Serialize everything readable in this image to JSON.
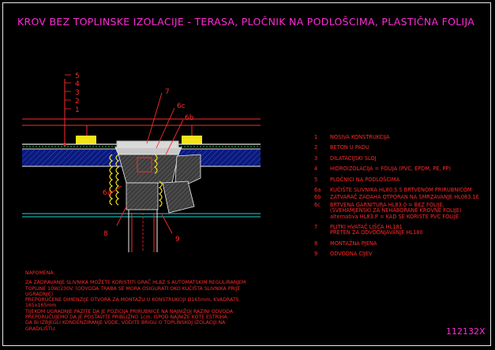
{
  "title": "KROV BEZ TOPLINSKE IZOLACIJE - TERASA, PLOČNIK NA PODLOŠCIMA, PLASTIČNA FOLIJA",
  "drawing_code": "112132X",
  "callouts": {
    "c1": "1",
    "c2": "2",
    "c3": "3",
    "c4": "4",
    "c5": "5",
    "c6a": "6a",
    "c6b": "6b",
    "c6c": "6c",
    "c7": "7",
    "c8": "8",
    "c9": "9"
  },
  "legend": [
    {
      "num": "1",
      "lines": [
        "NOSIVA KONSTRUKCIJA"
      ]
    },
    {
      "num": "2",
      "lines": [
        "BETON U PADU"
      ]
    },
    {
      "num": "3",
      "lines": [
        "DILATACIJSKI SLOJ"
      ]
    },
    {
      "num": "4",
      "lines": [
        "HIDROIZOLACIJA = FOLIJA (PVC, EPDM, PE, PP)"
      ]
    },
    {
      "num": "5",
      "lines": [
        "PLOČNICI NA PODLOŠCIMA"
      ]
    },
    {
      "num": "6a",
      "lines": [
        "KUĆIŠTE SLIVNIKA HL80.S S BRTVENOM PRIRUBNICOM"
      ]
    },
    {
      "num": "6b",
      "lines": [
        "ZATVARAČ ZADAHA OTPORAN NA SMRZAVANJE HL083.1E"
      ]
    },
    {
      "num": "6c",
      "lines": [
        "BRTVENA GARNITURA HL83.0 = BEZ FOLIJE,",
        "(SVEHAMJENSKI ZA NEHABORANE KROVNE FOLIJE)",
        "alternativa HL83.P = KAD SE KORISTE PVC FOLIJE"
      ]
    },
    {
      "num": "7",
      "lines": [
        "PLITKI HVATAČ LIŠĆA HL181",
        "PRETEN ZA ODVODNJAVANJE HL180"
      ]
    },
    {
      "num": "8",
      "lines": [
        "MONTAŽNA PJENA"
      ]
    },
    {
      "num": "9",
      "lines": [
        "ODVODNA CIJEV"
      ]
    }
  ],
  "notes": {
    "title": "NAPOMENA:",
    "lines": [
      "ZA ZADRAVANJE SLIVNIKA MOŽETE KORISTITI GRAČ HL8Z S AUTOMATSKIM REGULIRANJEM",
      "TOPLINE 10W/230V. (ODVODA TRABA SE MORA OSIGURATI OKO KUĆIŠTA SLIVNIKA PRIJE",
      "UGRADNJE)",
      "PREPORUČENE DIMENZIJE OTVORA ZA MONTAŽU U KONSTRUKCIJI Ø165mm, KVADRATS",
      "165x165mm",
      "TIJEKOM UGRADNJE PAZITE DA JE POZICIJA PRIRUBNICE NA NAJNIŽOJ RAZINI ODVODA",
      "PREPORUČUJEMO DA JE POSTAVITE PRIBLIŽNO 1cm. ISPOD NAJNIŽE KOTE ESTRIHA.",
      "DA BI IZBJEGLI KONDENZIRANJE VODE, VODITE BRIGU O TOPLINSKOJ IZOLACIJI NA",
      "GRADILIŠTU."
    ]
  }
}
